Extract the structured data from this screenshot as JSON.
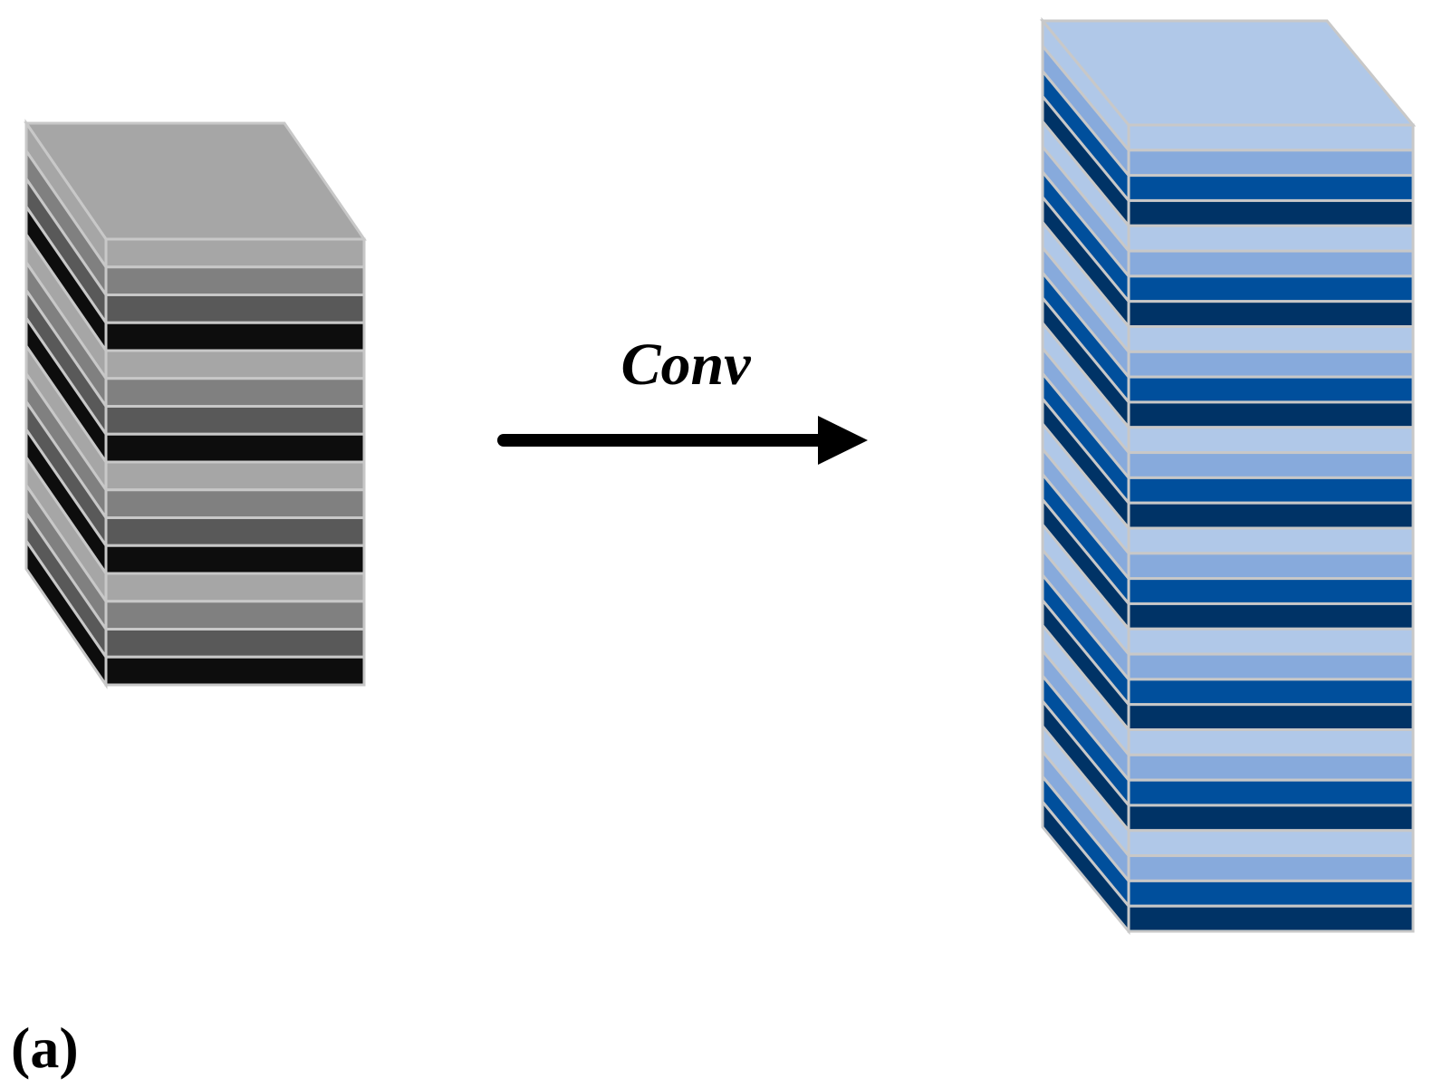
{
  "diagram": {
    "operation_label": "Conv",
    "panel_label": "(a)"
  },
  "input_block": {
    "layers": 16,
    "palette": [
      "#a6a6a6",
      "#808080",
      "#595959",
      "#0d0d0d"
    ],
    "top_color": "#a6a6a6",
    "edge_color": "#c8c8c8"
  },
  "output_block": {
    "layers": 32,
    "palette": [
      "#b0c8e8",
      "#87aadc",
      "#004f9c",
      "#003366"
    ],
    "top_color": "#b0c8e8",
    "edge_color": "#c8c8c8"
  },
  "arrow": {
    "color": "#000000"
  }
}
